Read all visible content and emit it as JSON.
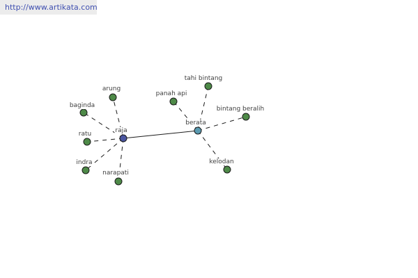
{
  "header": {
    "url": "http://www.artikata.com"
  },
  "graph": {
    "nodes": [
      {
        "id": "raja",
        "label": "raja",
        "role": "center",
        "color": "#4a55a0"
      },
      {
        "id": "berata",
        "label": "berata",
        "role": "center",
        "color": "#5a9ab0"
      },
      {
        "id": "baginda",
        "label": "baginda",
        "role": "leaf",
        "color": "#4e8a48"
      },
      {
        "id": "arung",
        "label": "arung",
        "role": "leaf",
        "color": "#4e8a48"
      },
      {
        "id": "ratu",
        "label": "ratu",
        "role": "leaf",
        "color": "#4e8a48"
      },
      {
        "id": "indra",
        "label": "indra",
        "role": "leaf",
        "color": "#4e8a48"
      },
      {
        "id": "narapati",
        "label": "narapati",
        "role": "leaf",
        "color": "#4e8a48"
      },
      {
        "id": "panah-api",
        "label": "panah api",
        "role": "leaf",
        "color": "#4e8a48"
      },
      {
        "id": "tahi-bintang",
        "label": "tahi bintang",
        "role": "leaf",
        "color": "#4e8a48"
      },
      {
        "id": "bintang-beralih",
        "label": "bintang beralih",
        "role": "leaf",
        "color": "#4e8a48"
      },
      {
        "id": "kelodan",
        "label": "kelodan",
        "role": "leaf",
        "color": "#4e8a48"
      }
    ],
    "edges": [
      {
        "from": "raja",
        "to": "berata",
        "style": "solid"
      },
      {
        "from": "raja",
        "to": "baginda",
        "style": "dashed"
      },
      {
        "from": "raja",
        "to": "arung",
        "style": "dashed"
      },
      {
        "from": "raja",
        "to": "ratu",
        "style": "dashed"
      },
      {
        "from": "raja",
        "to": "indra",
        "style": "dashed"
      },
      {
        "from": "raja",
        "to": "narapati",
        "style": "dashed"
      },
      {
        "from": "berata",
        "to": "panah-api",
        "style": "dashed"
      },
      {
        "from": "berata",
        "to": "tahi-bintang",
        "style": "dashed"
      },
      {
        "from": "berata",
        "to": "bintang-beralih",
        "style": "dashed"
      },
      {
        "from": "berata",
        "to": "kelodan",
        "style": "dashed"
      }
    ]
  }
}
